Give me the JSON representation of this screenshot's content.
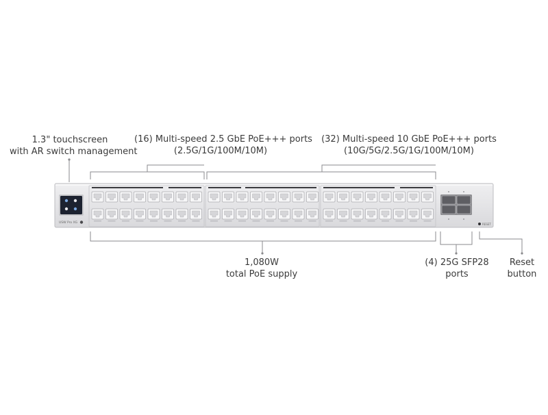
{
  "callouts": {
    "touchscreen": {
      "line1": "1.3\" touchscreen",
      "line2": "with AR switch management"
    },
    "ports_2_5g": {
      "line1": "(16) Multi-speed 2.5 GbE PoE+++ ports",
      "line2": "(2.5G/1G/100M/10M)"
    },
    "ports_10g": {
      "line1": "(32) Multi-speed 10 GbE PoE+++ ports",
      "line2": "(10G/5G/2.5G/1G/100M/10M)"
    },
    "poe_supply": {
      "line1": "1,080W",
      "line2": "total PoE supply"
    },
    "sfp28": {
      "line1": "(4) 25G SFP28",
      "line2": "ports"
    },
    "reset": {
      "line1": "Reset",
      "line2": "button"
    }
  },
  "device": {
    "model_text": "USW Pro XG",
    "reset_text": "RESET",
    "ports_per_row": 24,
    "rows": 2,
    "sfp_ports": 4
  },
  "colors": {
    "chassis": "#e3e3e5",
    "chassis_edge": "#bdbdc0",
    "port_body": "#f7f7f8",
    "port_shadow": "#a9a9ad",
    "screen": "#1c2230",
    "leader": "#8a8a8d"
  }
}
